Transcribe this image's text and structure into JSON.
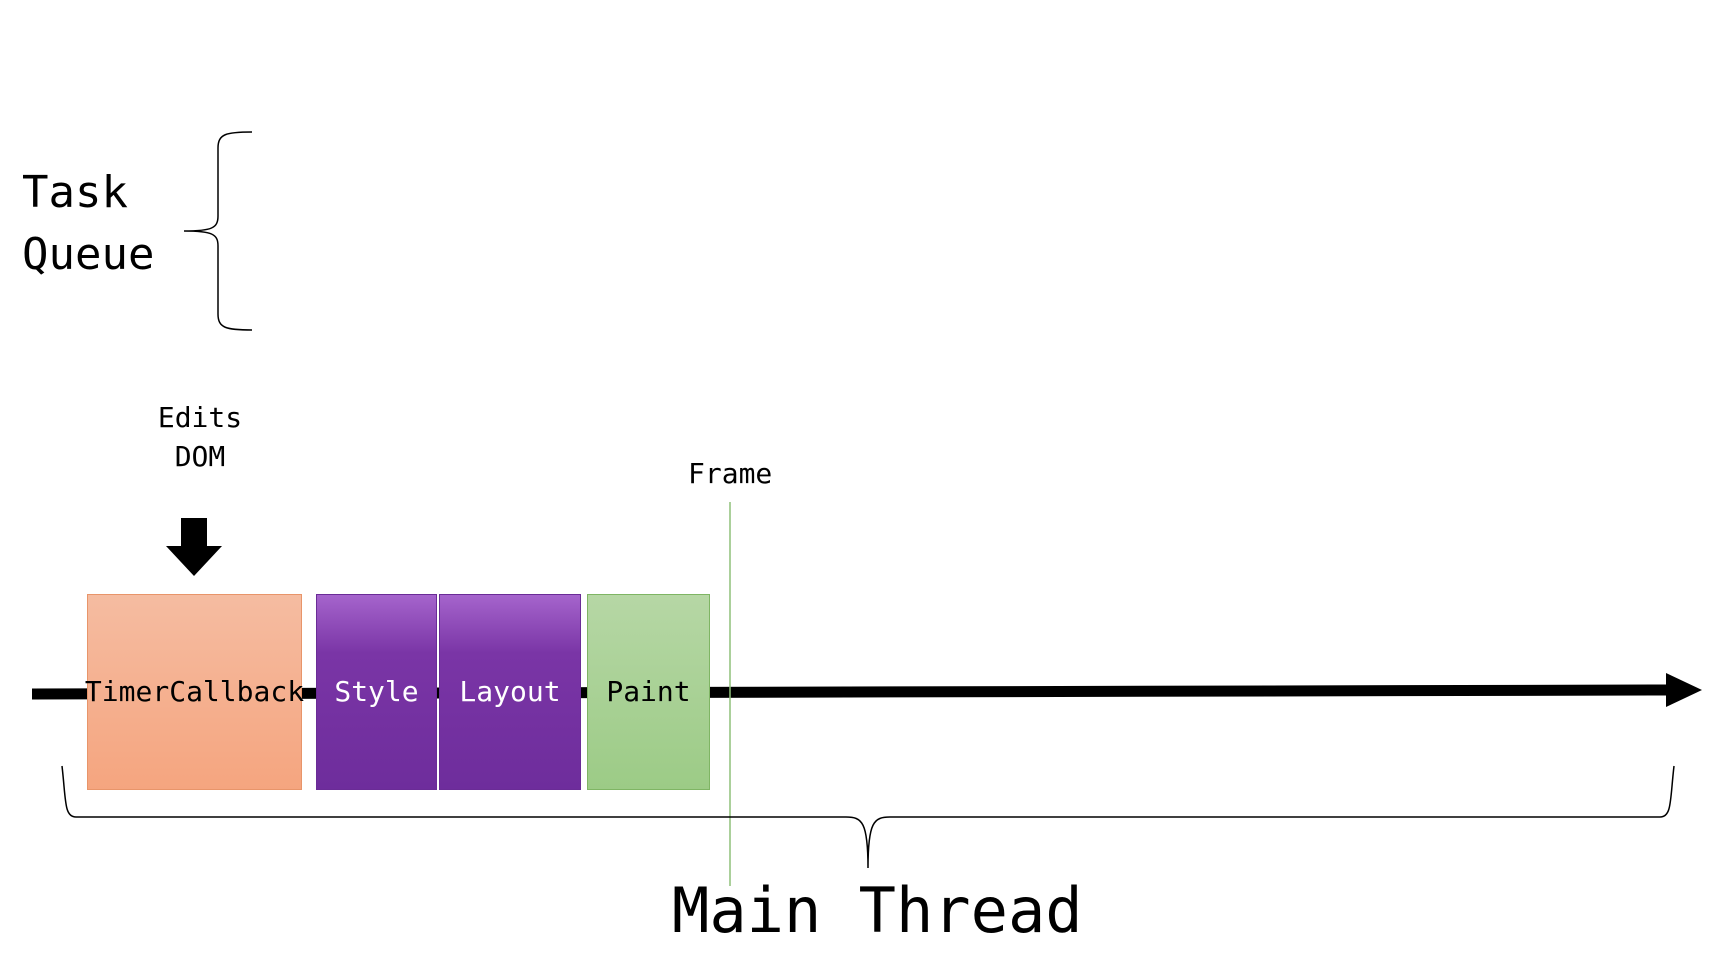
{
  "task_queue": {
    "label_line1": "Task",
    "label_line2": "Queue"
  },
  "annotation": {
    "edits_dom_line1": "Edits",
    "edits_dom_line2": "DOM"
  },
  "frame": {
    "label": "Frame",
    "line_color": "#8fc17a"
  },
  "tasks": {
    "timer_line1": "Timer",
    "timer_line2": "Callback",
    "style": "Style",
    "layout": "Layout",
    "paint": "Paint"
  },
  "main_thread": {
    "label": "Main Thread"
  },
  "colors": {
    "timer": "#f5b090",
    "style_layout": "#7030a0",
    "paint": "#a9d18e",
    "timeline": "#000000"
  }
}
